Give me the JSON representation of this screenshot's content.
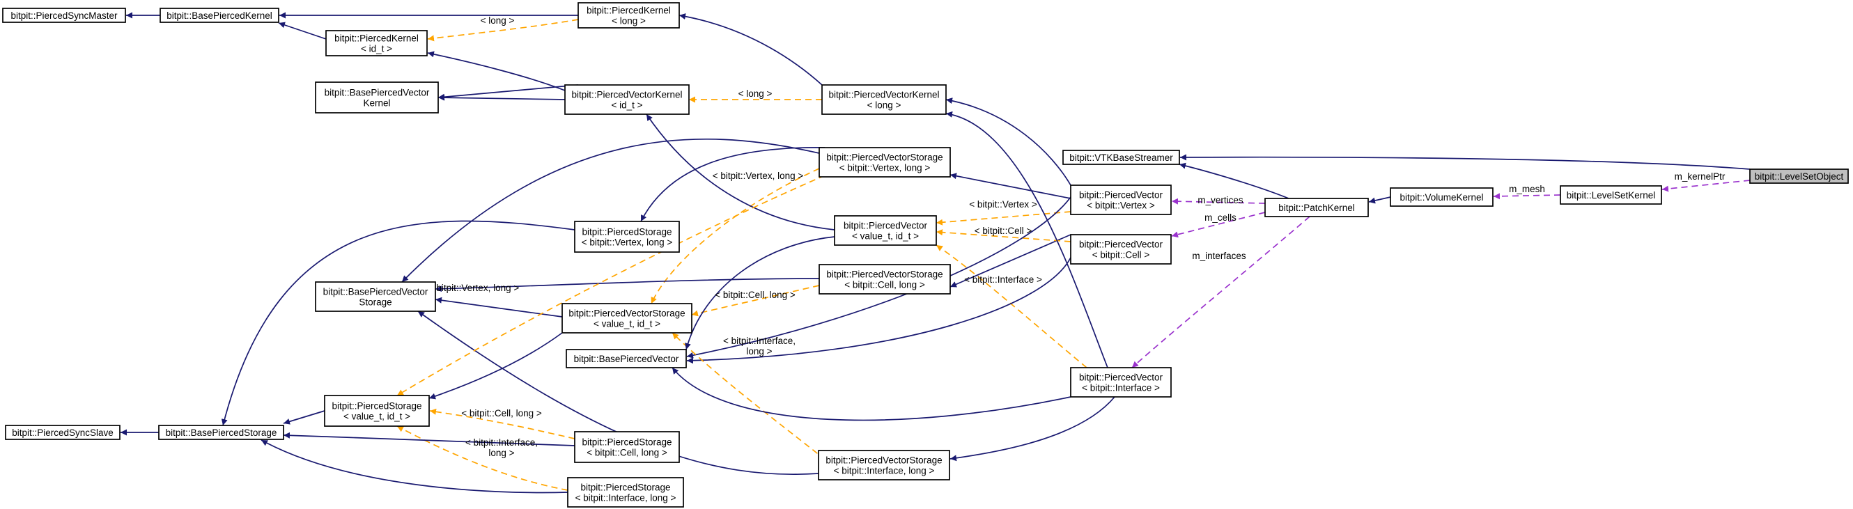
{
  "diagram": {
    "nodes": [
      {
        "id": "sync_master",
        "lines": [
          "bitpit::PiercedSyncMaster"
        ]
      },
      {
        "id": "base_kernel",
        "lines": [
          "bitpit::BasePiercedKernel"
        ]
      },
      {
        "id": "kernel_long",
        "lines": [
          "bitpit::PiercedKernel",
          "< long >"
        ]
      },
      {
        "id": "kernel_id",
        "lines": [
          "bitpit::PiercedKernel",
          "< id_t >"
        ]
      },
      {
        "id": "base_vec_kernel",
        "lines": [
          "bitpit::BasePiercedVector",
          "Kernel"
        ]
      },
      {
        "id": "vec_kernel_id",
        "lines": [
          "bitpit::PiercedVectorKernel",
          "< id_t >"
        ]
      },
      {
        "id": "vec_kernel_long",
        "lines": [
          "bitpit::PiercedVectorKernel",
          "< long >"
        ]
      },
      {
        "id": "vtk_streamer",
        "lines": [
          "bitpit::VTKBaseStreamer"
        ]
      },
      {
        "id": "level_set_object",
        "lines": [
          "bitpit::LevelSetObject"
        ],
        "highlight": true
      },
      {
        "id": "level_set_kernel",
        "lines": [
          "bitpit::LevelSetKernel"
        ]
      },
      {
        "id": "volume_kernel",
        "lines": [
          "bitpit::VolumeKernel"
        ]
      },
      {
        "id": "patch_kernel",
        "lines": [
          "bitpit::PatchKernel"
        ]
      },
      {
        "id": "vec_storage_vertex",
        "lines": [
          "bitpit::PiercedVectorStorage",
          "< bitpit::Vertex, long >"
        ]
      },
      {
        "id": "vec_vertex",
        "lines": [
          "bitpit::PiercedVector",
          "< bitpit::Vertex >"
        ]
      },
      {
        "id": "vec_value",
        "lines": [
          "bitpit::PiercedVector",
          "< value_t, id_t >"
        ]
      },
      {
        "id": "vec_cell",
        "lines": [
          "bitpit::PiercedVector",
          "< bitpit::Cell >"
        ]
      },
      {
        "id": "storage_vertex",
        "lines": [
          "bitpit::PiercedStorage",
          "< bitpit::Vertex, long >"
        ]
      },
      {
        "id": "base_vec_storage",
        "lines": [
          "bitpit::BasePiercedVector",
          "Storage"
        ]
      },
      {
        "id": "vec_storage_cell",
        "lines": [
          "bitpit::PiercedVectorStorage",
          "< bitpit::Cell, long >"
        ]
      },
      {
        "id": "vec_storage_value",
        "lines": [
          "bitpit::PiercedVectorStorage",
          "< value_t, id_t >"
        ]
      },
      {
        "id": "base_vector",
        "lines": [
          "bitpit::BasePiercedVector"
        ]
      },
      {
        "id": "vec_interface",
        "lines": [
          "bitpit::PiercedVector",
          "< bitpit::Interface >"
        ]
      },
      {
        "id": "sync_slave",
        "lines": [
          "bitpit::PiercedSyncSlave"
        ]
      },
      {
        "id": "base_storage",
        "lines": [
          "bitpit::BasePiercedStorage"
        ]
      },
      {
        "id": "storage_value",
        "lines": [
          "bitpit::PiercedStorage",
          "< value_t, id_t >"
        ]
      },
      {
        "id": "storage_cell",
        "lines": [
          "bitpit::PiercedStorage",
          "< bitpit::Cell, long >"
        ]
      },
      {
        "id": "vec_storage_interface",
        "lines": [
          "bitpit::PiercedVectorStorage",
          "< bitpit::Interface, long >"
        ]
      },
      {
        "id": "storage_interface",
        "lines": [
          "bitpit::PiercedStorage",
          "< bitpit::Interface, long >"
        ]
      }
    ],
    "edges": [
      {
        "id": "e1",
        "kind": "inherit"
      },
      {
        "id": "e2",
        "kind": "inherit"
      },
      {
        "id": "e3",
        "kind": "inherit"
      },
      {
        "id": "e4",
        "kind": "template",
        "label": [
          "< long >"
        ]
      },
      {
        "id": "e5",
        "kind": "inherit"
      },
      {
        "id": "e6",
        "kind": "inherit"
      },
      {
        "id": "e7",
        "kind": "inherit"
      },
      {
        "id": "e8",
        "kind": "inherit"
      },
      {
        "id": "e9",
        "kind": "template",
        "label": [
          "< long >"
        ]
      },
      {
        "id": "e10",
        "kind": "inherit"
      },
      {
        "id": "e11",
        "kind": "usage",
        "label": [
          "m_kernelPtr"
        ]
      },
      {
        "id": "e12",
        "kind": "usage",
        "label": [
          "m_mesh"
        ]
      },
      {
        "id": "e13",
        "kind": "inherit"
      },
      {
        "id": "e14",
        "kind": "inherit"
      },
      {
        "id": "e15",
        "kind": "usage",
        "label": [
          "m_vertices"
        ]
      },
      {
        "id": "e16",
        "kind": "usage",
        "label": [
          "m_cells"
        ]
      },
      {
        "id": "e17",
        "kind": "usage",
        "label": [
          "m_interfaces"
        ]
      },
      {
        "id": "e18",
        "kind": "inherit"
      },
      {
        "id": "e19",
        "kind": "inherit"
      },
      {
        "id": "e20",
        "kind": "inherit"
      },
      {
        "id": "e21",
        "kind": "template",
        "label": [
          "< bitpit::Vertex >"
        ]
      },
      {
        "id": "e22",
        "kind": "template",
        "label": [
          "< bitpit::Cell >"
        ]
      },
      {
        "id": "e23",
        "kind": "template",
        "label": [
          "< bitpit::Interface >"
        ]
      },
      {
        "id": "e24",
        "kind": "inherit"
      },
      {
        "id": "e25",
        "kind": "inherit"
      },
      {
        "id": "e26",
        "kind": "inherit"
      },
      {
        "id": "e27",
        "kind": "template",
        "label": [
          "< bitpit::Vertex, long >"
        ]
      },
      {
        "id": "e28",
        "kind": "template",
        "label": [
          "< bitpit::Cell, long >"
        ]
      },
      {
        "id": "e29",
        "kind": "template",
        "label": [
          "< bitpit::Interface,",
          "long >"
        ]
      },
      {
        "id": "e30",
        "kind": "inherit"
      },
      {
        "id": "e31",
        "kind": "inherit"
      },
      {
        "id": "e32",
        "kind": "inherit"
      },
      {
        "id": "e33",
        "kind": "inherit"
      },
      {
        "id": "e34",
        "kind": "inherit"
      },
      {
        "id": "e35",
        "kind": "inherit"
      },
      {
        "id": "e36",
        "kind": "inherit"
      },
      {
        "id": "e37",
        "kind": "inherit"
      },
      {
        "id": "e38",
        "kind": "inherit"
      },
      {
        "id": "e39",
        "kind": "inherit"
      },
      {
        "id": "e40",
        "kind": "template",
        "label": [
          "< bitpit::Vertex, long >"
        ]
      },
      {
        "id": "e41",
        "kind": "template",
        "label": [
          "< bitpit::Cell, long >"
        ]
      },
      {
        "id": "e42",
        "kind": "template",
        "label": [
          "< bitpit::Interface,",
          "long >"
        ]
      },
      {
        "id": "e43",
        "kind": "inherit"
      },
      {
        "id": "e44",
        "kind": "inherit"
      },
      {
        "id": "e45",
        "kind": "inherit"
      },
      {
        "id": "e46",
        "kind": "inherit"
      },
      {
        "id": "e47",
        "kind": "inherit"
      }
    ],
    "colors": {
      "inheritance": "#191970",
      "template": "#ffa500",
      "usage": "#9a32cd",
      "highlight_fill": "#bfbfbf"
    }
  }
}
